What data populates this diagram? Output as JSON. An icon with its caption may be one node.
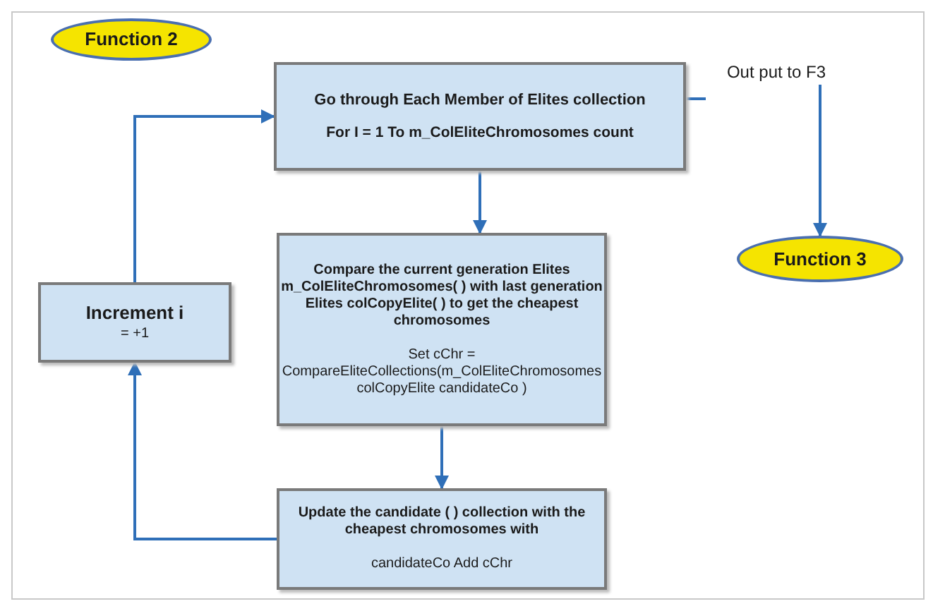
{
  "diagram": {
    "nodes": [
      {
        "text": [
          "Function 2"
        ]
      },
      {
        "text": [
          "Go through Each Member of Elites collection",
          "For I = 1 To m_ColEliteChromosomes count"
        ]
      },
      {
        "text": [
          "Out put to F3"
        ]
      },
      {
        "text": [
          "Function 3"
        ]
      },
      {
        "text": [
          "Compare the current generation Elites m_ColEliteChromosomes( ) with last generation Elites colCopyElite( ) to get the cheapest chromosomes",
          "Set cChr = CompareEliteCollections(m_ColEliteChromosomes colCopyElite candidateCo )"
        ]
      },
      {
        "text": [
          "Update the candidate ( ) collection with the cheapest chromosomes with",
          "candidateCo Add cChr"
        ]
      },
      {
        "text": [
          "Increment i",
          "= +1"
        ]
      }
    ],
    "edges": [
      {
        "from": 1,
        "to": 2,
        "arrow": "none"
      },
      {
        "from": 2,
        "to": 3,
        "arrow": "to"
      },
      {
        "from": 1,
        "to": 4,
        "arrow": "to"
      },
      {
        "from": 4,
        "to": 5,
        "arrow": "to"
      },
      {
        "from": 5,
        "to": 6,
        "arrow": "to"
      },
      {
        "from": 6,
        "to": 1,
        "arrow": "to"
      }
    ]
  }
}
